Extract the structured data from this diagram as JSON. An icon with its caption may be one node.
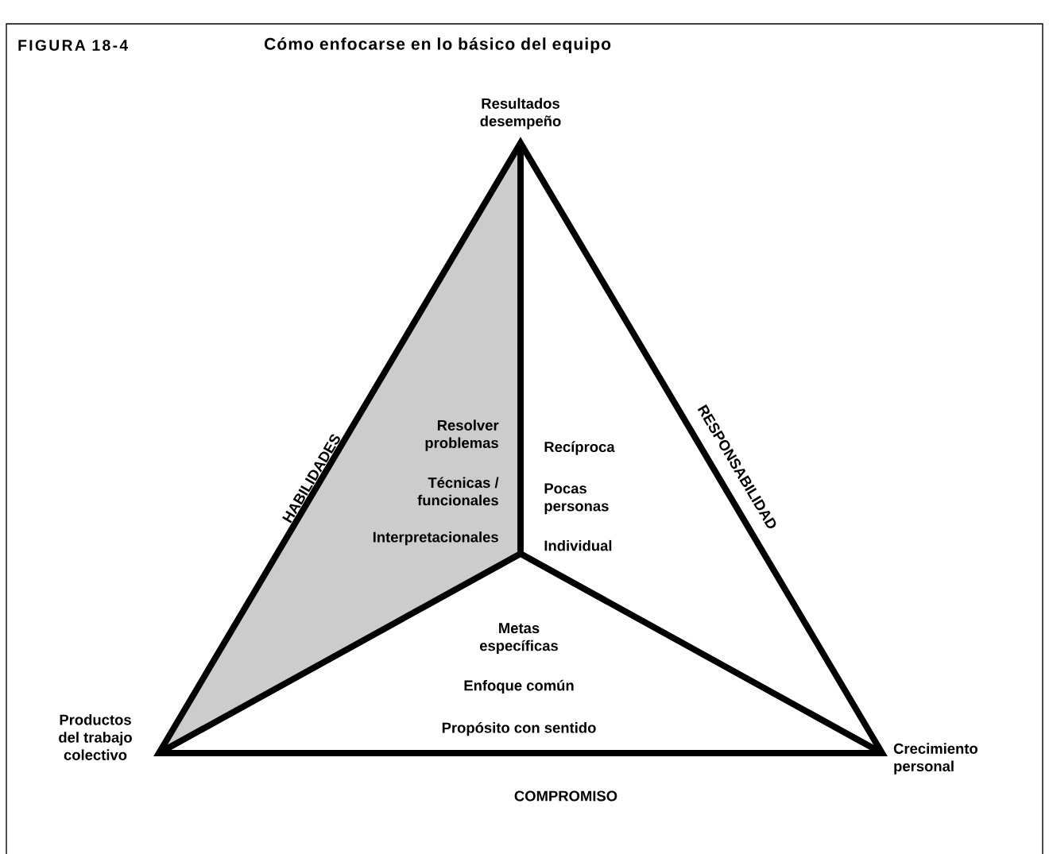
{
  "diagram": {
    "title": "Cómo enfocarse en lo básico del equipo",
    "nodes": [
      {
        "text": [
          "Resolver problemas",
          "Técnicas / funcionales",
          "Interpretacionales"
        ]
      },
      {
        "text": [
          "Recíproca",
          "Pocas personas",
          "Individual"
        ]
      },
      {
        "text": [
          "Metas específicas",
          "Enfoque común",
          "Propósito con sentido"
        ]
      }
    ],
    "labels": [
      "FIGURA 18-4",
      "Resultados desempeño",
      "HABILIDADES",
      "RESPONSABILIDAD",
      "Productos del trabajo colectivo",
      "Crecimiento personal",
      "COMPROMISO"
    ]
  }
}
